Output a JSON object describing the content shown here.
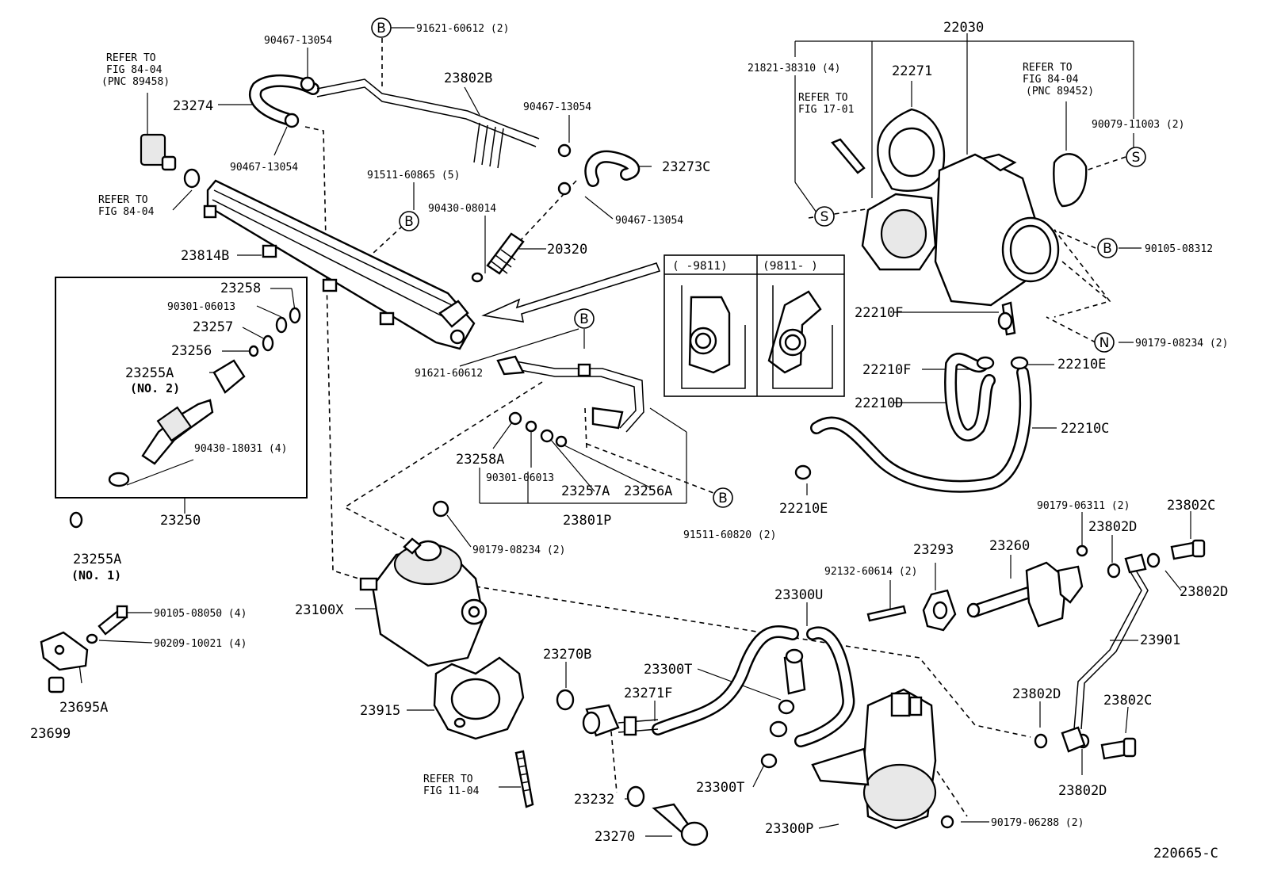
{
  "diagram_id": "220665-C",
  "callouts": {
    "b": "B",
    "s": "S",
    "n": "N"
  },
  "inset": {
    "left_heading": "(     -9811)",
    "right_heading": "(9811-     )"
  },
  "labels": {
    "l_91621_60612_2": "91621-60612 (2)",
    "l_90467_top": "90467-13054",
    "l_refer_89458_a": "REFER TO",
    "l_refer_89458_b": "FIG 84-04",
    "l_refer_89458_c": "(PNC 89458)",
    "l_23274": "23274",
    "l_90467_left": "90467-13054",
    "l_23802b": "23802B",
    "l_90467_mid": "90467-13054",
    "l_23273c": "23273C",
    "l_91511_60865": "91511-60865 (5)",
    "l_90430_08014": "90430-08014",
    "l_90467_right": "90467-13054",
    "l_20320": "20320",
    "l_refer_8404_a": "REFER TO",
    "l_refer_8404_b": "FIG 84-04",
    "l_23814b": "23814B",
    "l_23258": "23258",
    "l_90301_a": "90301-06013",
    "l_23257": "23257",
    "l_23256": "23256",
    "l_23255a_no2": "23255A",
    "l_no2": "(NO. 2)",
    "l_90430_18031": "90430-18031 (4)",
    "l_23250": "23250",
    "l_23255a_no1": "23255A",
    "l_no1": "(NO. 1)",
    "l_91621_60612": "91621-60612",
    "l_23258a": "23258A",
    "l_90301_b": "90301-06013",
    "l_23257a": "23257A",
    "l_23256a": "23256A",
    "l_23801p": "23801P",
    "l_91511_60820": "91511-60820 (2)",
    "l_90179_08234_2a": "90179-08234 (2)",
    "l_23100x": "23100X",
    "l_90105_08050": "90105-08050 (4)",
    "l_90209_10021": "90209-10021 (4)",
    "l_23695a": "23695A",
    "l_23699": "23699",
    "l_23915": "23915",
    "l_refer_1104_a": "REFER TO",
    "l_refer_1104_b": "FIG 11-04",
    "l_22030": "22030",
    "l_21821": "21821-38310 (4)",
    "l_22271": "22271",
    "l_refer_1701_a": "REFER TO",
    "l_refer_1701_b": "FIG 17-01",
    "l_refer_89452_a": "REFER TO",
    "l_refer_89452_b": "FIG 84-04",
    "l_refer_89452_c": "(PNC 89452)",
    "l_90079_11003": "90079-11003 (2)",
    "l_90105_08312": "90105-08312",
    "l_22210f_a": "22210F",
    "l_90179_08234_2b": "90179-08234 (2)",
    "l_22210f_b": "22210F",
    "l_22210e_a": "22210E",
    "l_22210d": "22210D",
    "l_22210c": "22210C",
    "l_22210e_b": "22210E",
    "l_90179_06311": "90179-06311 (2)",
    "l_23802c_a": "23802C",
    "l_23293": "23293",
    "l_23260": "23260",
    "l_23802d_a": "23802D",
    "l_92132_60614": "92132-60614 (2)",
    "l_23802d_b": "23802D",
    "l_23300u": "23300U",
    "l_23901": "23901",
    "l_23270b": "23270B",
    "l_23300t_a": "23300T",
    "l_23271f": "23271F",
    "l_23802d_c": "23802D",
    "l_23802c_b": "23802C",
    "l_23802d_d": "23802D",
    "l_23232": "23232",
    "l_23300t_b": "23300T",
    "l_23270": "23270",
    "l_23300p": "23300P",
    "l_90179_06288": "90179-06288 (2)"
  }
}
